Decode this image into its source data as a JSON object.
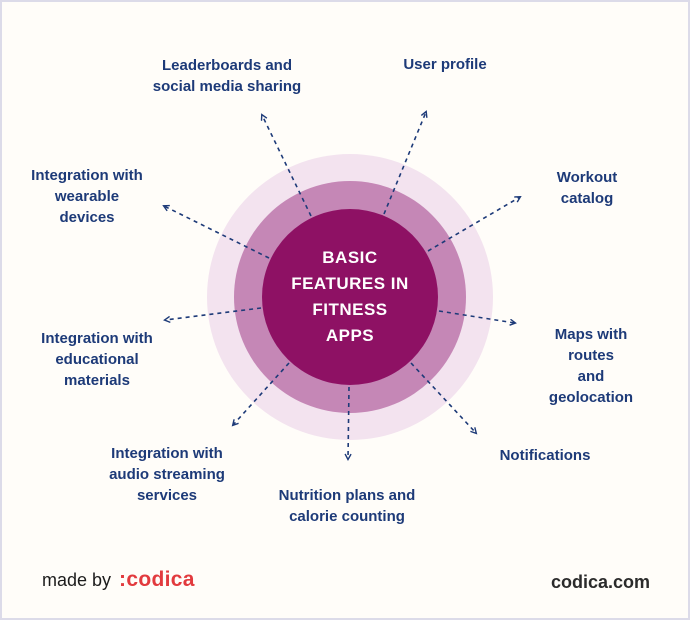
{
  "diagram": {
    "center_title": "BASIC\nFEATURES IN\nFITNESS\nAPPS",
    "nodes": [
      {
        "label": "User profile",
        "position": "top"
      },
      {
        "label": "Workout catalog",
        "position": "top-right"
      },
      {
        "label": "Maps with routes\nand geolocation",
        "position": "right"
      },
      {
        "label": "Notifications",
        "position": "bottom-right"
      },
      {
        "label": "Nutrition plans and\ncalorie counting",
        "position": "bottom"
      },
      {
        "label": "Integration with\naudio streaming\nservices",
        "position": "bottom-left"
      },
      {
        "label": "Integration with\neducational\nmaterials",
        "position": "left"
      },
      {
        "label": "Integration with\nwearable\ndevices",
        "position": "upper-left"
      },
      {
        "label": "Leaderboards and\nsocial media sharing",
        "position": "top-left"
      }
    ],
    "colors": {
      "center_circle": "#8e1164",
      "middle_ring": "#c587b6",
      "outer_ring": "#f3e3ef",
      "label_and_arrow": "#1d3a78",
      "background": "#fffdf9",
      "border": "#dcdbe9",
      "brand_red": "#e23a3e"
    }
  },
  "footer": {
    "made_by": "made by",
    "brand": ":codica",
    "website": "codica.com"
  }
}
